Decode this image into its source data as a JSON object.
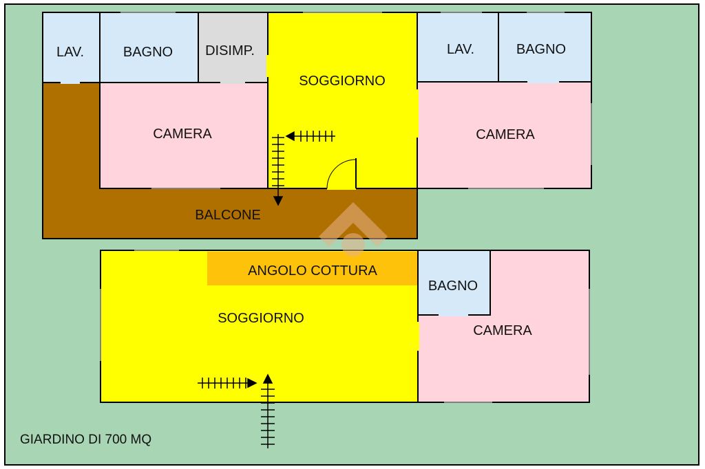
{
  "colors": {
    "garden": "#a8d5b4",
    "wet_room": "#d6e9f8",
    "hallway": "#dcdcdc",
    "bedroom": "#ffd4dc",
    "living": "#ffff00",
    "balcony": "#b07000",
    "kitchen": "#ffc20a",
    "wall": "#000000",
    "watermark": "#e7b38a"
  },
  "garden": {
    "label": "GIARDINO DI 700 MQ"
  },
  "upper_unit": {
    "laundry_left": "LAV.",
    "bath_left": "BAGNO",
    "hallway": "DISIMP.",
    "living": "SOGGIORNO",
    "laundry_right": "LAV.",
    "bath_right": "BAGNO",
    "bedroom_left": "CAMERA",
    "bedroom_right": "CAMERA",
    "balcony": "BALCONE"
  },
  "lower_unit": {
    "kitchen": "ANGOLO COTTURA",
    "living": "SOGGIORNO",
    "bath": "BAGNO",
    "bedroom": "CAMERA"
  },
  "icons": [
    "stairs-icon",
    "watermark-logo-icon",
    "door-swing-icon"
  ]
}
